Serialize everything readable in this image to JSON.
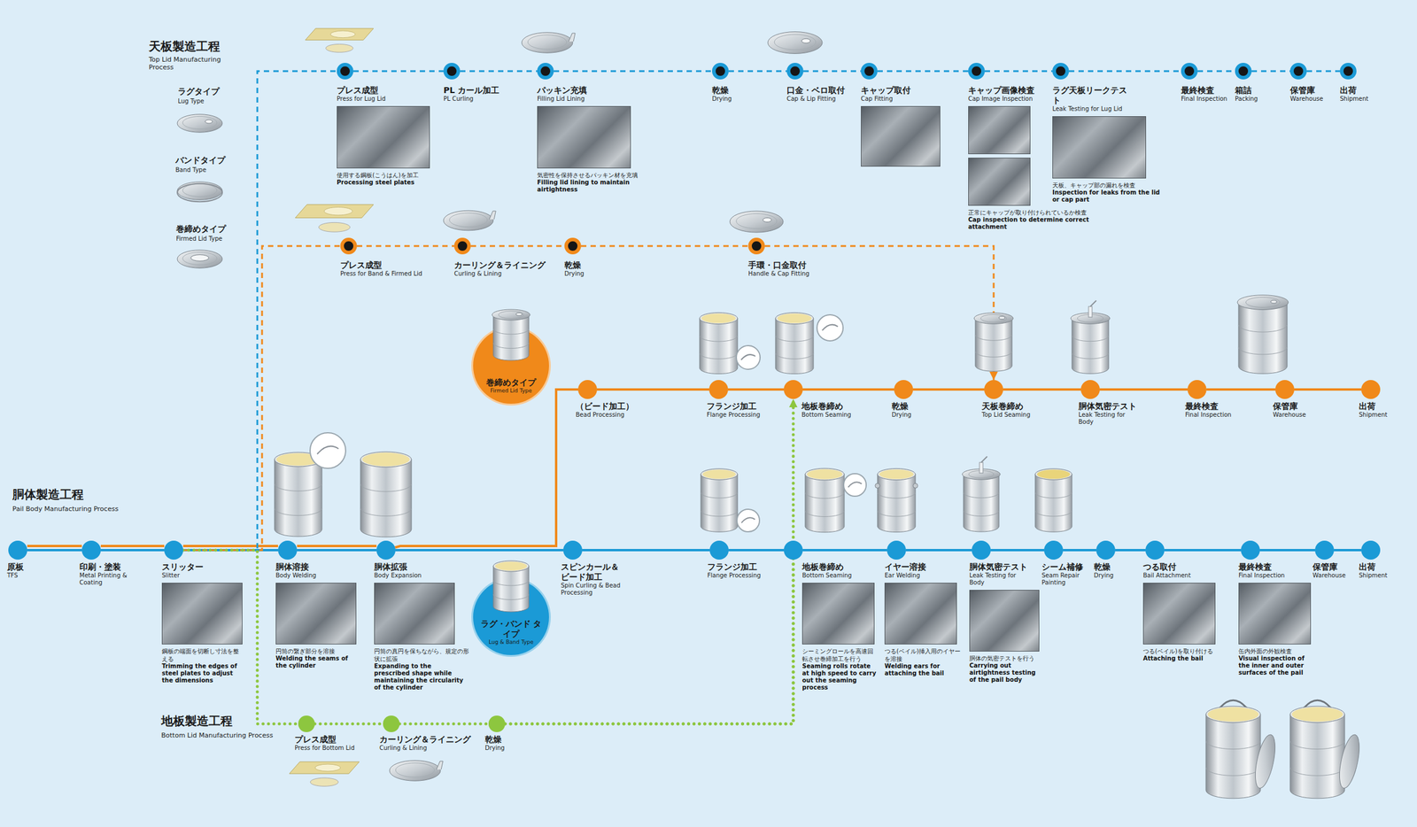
{
  "diagram": {
    "nodes": [
      {
        "text": [
          "プレス成型",
          "Press for Lug Lid",
          "使用する鋼板(こうはん)を加工",
          "Processing steel plates"
        ]
      },
      {
        "text": [
          "PL カール加工",
          "PL Curling"
        ]
      },
      {
        "text": [
          "パッキン充填",
          "Filling Lid Lining",
          "気密性を保持させるパッキン材を充填",
          "Filling lid lining to maintain airtightness"
        ]
      },
      {
        "text": [
          "乾燥",
          "Drying"
        ]
      },
      {
        "text": [
          "口金・ベロ取付",
          "Cap & Lip Fitting"
        ]
      },
      {
        "text": [
          "キャップ取付",
          "Cap Fitting"
        ]
      },
      {
        "text": [
          "キャップ画像検査",
          "Cap Image Inspection",
          "正常にキャップが取り付けられているか検査",
          "Cap inspection to determine correct attachment"
        ]
      },
      {
        "text": [
          "ラグ天板リークテスト",
          "Leak Testing for Lug Lid",
          "天板、キャップ部の漏れを検査",
          "Inspection for leaks from the lid or cap part"
        ]
      },
      {
        "text": [
          "最終検査",
          "Final Inspection"
        ]
      },
      {
        "text": [
          "箱詰",
          "Packing"
        ]
      },
      {
        "text": [
          "保管庫",
          "Warehouse"
        ]
      },
      {
        "text": [
          "出荷",
          "Shipment"
        ]
      },
      {
        "text": [
          "プレス成型",
          "Press for Band & Firmed Lid"
        ]
      },
      {
        "text": [
          "カーリング＆ライニング",
          "Curling & Lining"
        ]
      },
      {
        "text": [
          "乾燥",
          "Drying"
        ]
      },
      {
        "text": [
          "手環・口金取付",
          "Handle & Cap Fitting"
        ]
      },
      {
        "text": [
          "巻締めタイプ",
          "Firmed Lid Type"
        ]
      },
      {
        "text": [
          "（ビード加工）",
          "Bead Processing"
        ]
      },
      {
        "text": [
          "フランジ加工",
          "Flange Processing"
        ]
      },
      {
        "text": [
          "地板巻締め",
          "Bottom Seaming"
        ]
      },
      {
        "text": [
          "乾燥",
          "Drying"
        ]
      },
      {
        "text": [
          "天板巻締め",
          "Top Lid Seaming"
        ]
      },
      {
        "text": [
          "胴体気密テスト",
          "Leak Testing for Body"
        ]
      },
      {
        "text": [
          "最終検査",
          "Final Inspection"
        ]
      },
      {
        "text": [
          "保管庫",
          "Warehouse"
        ]
      },
      {
        "text": [
          "出荷",
          "Shipment"
        ]
      },
      {
        "text": [
          "原板",
          "TFS"
        ]
      },
      {
        "text": [
          "印刷・塗装",
          "Metal Printing & Coating"
        ]
      },
      {
        "text": [
          "スリッター",
          "Slitter",
          "鋼板の端面を切断し寸法を整える",
          "Trimming the edges of steel plates to adjust the dimensions"
        ]
      },
      {
        "text": [
          "胴体溶接",
          "Body Welding",
          "円筒の繋ぎ部分を溶接",
          "Welding the seams of the cylinder"
        ]
      },
      {
        "text": [
          "胴体拡張",
          "Body Expansion",
          "円筒の真円を保ちながら、規定の形状に拡張",
          "Expanding to the prescribed shape while maintaining the circularity of the cylinder"
        ]
      },
      {
        "text": [
          "ラグ・バンド タイプ",
          "Lug & Band Type"
        ]
      },
      {
        "text": [
          "スピンカール＆ ビード加工",
          "Spin Curling & Bead Processing"
        ]
      },
      {
        "text": [
          "フランジ加工",
          "Flange Processing"
        ]
      },
      {
        "text": [
          "地板巻締め",
          "Bottom Seaming",
          "シーミングロールを高速回転させ巻締加工を行う",
          "Seaming rolls rotate at high speed to carry out the seaming process"
        ]
      },
      {
        "text": [
          "イヤー溶接",
          "Ear Welding",
          "つる(ベイル)挿入用のイヤーを溶接",
          "Welding ears for attaching the bail"
        ]
      },
      {
        "text": [
          "胴体気密テスト",
          "Leak Testing for Body",
          "胴体の気密テストを行う",
          "Carrying out airtightness testing of the pail body"
        ]
      },
      {
        "text": [
          "シーム補修",
          "Seam Repair Painting"
        ]
      },
      {
        "text": [
          "乾燥",
          "Drying"
        ]
      },
      {
        "text": [
          "つる取付",
          "Bail Attachment",
          "つる(ベイル)を取り付ける",
          "Attaching the bail"
        ]
      },
      {
        "text": [
          "最終検査",
          "Final Inspection",
          "缶内外面の外観検査",
          "Visual inspection of the inner and outer surfaces of the pail"
        ]
      },
      {
        "text": [
          "保管庫",
          "Warehouse"
        ]
      },
      {
        "text": [
          "出荷",
          "Shipment"
        ]
      },
      {
        "text": [
          "プレス成型",
          "Press for Bottom Lid"
        ]
      },
      {
        "text": [
          "カーリング＆ライニング",
          "Curling & Lining"
        ]
      },
      {
        "text": [
          "乾燥",
          "Drying"
        ]
      }
    ],
    "edges": [
      {
        "from": 0,
        "to": 1,
        "arrow": "none"
      },
      {
        "from": 1,
        "to": 2,
        "arrow": "none"
      },
      {
        "from": 2,
        "to": 3,
        "arrow": "none"
      },
      {
        "from": 3,
        "to": 4,
        "arrow": "none"
      },
      {
        "from": 4,
        "to": 5,
        "arrow": "none"
      },
      {
        "from": 5,
        "to": 6,
        "arrow": "none"
      },
      {
        "from": 6,
        "to": 7,
        "arrow": "none"
      },
      {
        "from": 7,
        "to": 8,
        "arrow": "none"
      },
      {
        "from": 8,
        "to": 9,
        "arrow": "none"
      },
      {
        "from": 9,
        "to": 10,
        "arrow": "none"
      },
      {
        "from": 10,
        "to": 11,
        "arrow": "none"
      },
      {
        "from": 12,
        "to": 13,
        "arrow": "none"
      },
      {
        "from": 13,
        "to": 14,
        "arrow": "none"
      },
      {
        "from": 14,
        "to": 15,
        "arrow": "none"
      },
      {
        "from": 15,
        "to": 21,
        "arrow": "to"
      },
      {
        "from": 26,
        "to": 27,
        "arrow": "none"
      },
      {
        "from": 27,
        "to": 28,
        "arrow": "none"
      },
      {
        "from": 28,
        "to": 29,
        "arrow": "none"
      },
      {
        "from": 29,
        "to": 30,
        "arrow": "none"
      },
      {
        "from": 30,
        "to": 17,
        "arrow": "none"
      },
      {
        "from": 30,
        "to": 32,
        "arrow": "none"
      },
      {
        "from": 17,
        "to": 18,
        "arrow": "none"
      },
      {
        "from": 18,
        "to": 19,
        "arrow": "none"
      },
      {
        "from": 19,
        "to": 20,
        "arrow": "none"
      },
      {
        "from": 20,
        "to": 21,
        "arrow": "none"
      },
      {
        "from": 21,
        "to": 22,
        "arrow": "none"
      },
      {
        "from": 22,
        "to": 23,
        "arrow": "none"
      },
      {
        "from": 23,
        "to": 24,
        "arrow": "none"
      },
      {
        "from": 24,
        "to": 25,
        "arrow": "none"
      },
      {
        "from": 32,
        "to": 33,
        "arrow": "none"
      },
      {
        "from": 33,
        "to": 34,
        "arrow": "none"
      },
      {
        "from": 34,
        "to": 35,
        "arrow": "none"
      },
      {
        "from": 35,
        "to": 36,
        "arrow": "none"
      },
      {
        "from": 36,
        "to": 37,
        "arrow": "none"
      },
      {
        "from": 37,
        "to": 38,
        "arrow": "none"
      },
      {
        "from": 38,
        "to": 39,
        "arrow": "none"
      },
      {
        "from": 39,
        "to": 40,
        "arrow": "none"
      },
      {
        "from": 40,
        "to": 41,
        "arrow": "none"
      },
      {
        "from": 41,
        "to": 42,
        "arrow": "none"
      },
      {
        "from": 28,
        "to": 0,
        "arrow": "none"
      },
      {
        "from": 28,
        "to": 12,
        "arrow": "none"
      },
      {
        "from": 28,
        "to": 43,
        "arrow": "none"
      },
      {
        "from": 43,
        "to": 44,
        "arrow": "none"
      },
      {
        "from": 44,
        "to": 45,
        "arrow": "none"
      },
      {
        "from": 45,
        "to": 34,
        "arrow": "none"
      },
      {
        "from": 45,
        "to": 19,
        "arrow": "to"
      }
    ],
    "labels": [
      "天板製造工程",
      "Top Lid Manufacturing Process",
      "ラグタイプ",
      "Lug Type",
      "バンドタイプ",
      "Band Type",
      "巻締めタイプ",
      "Firmed Lid Type",
      "胴体製造工程",
      "Pail Body Manufacturing Process",
      "地板製造工程",
      "Bottom Lid Manufacturing Process"
    ]
  }
}
